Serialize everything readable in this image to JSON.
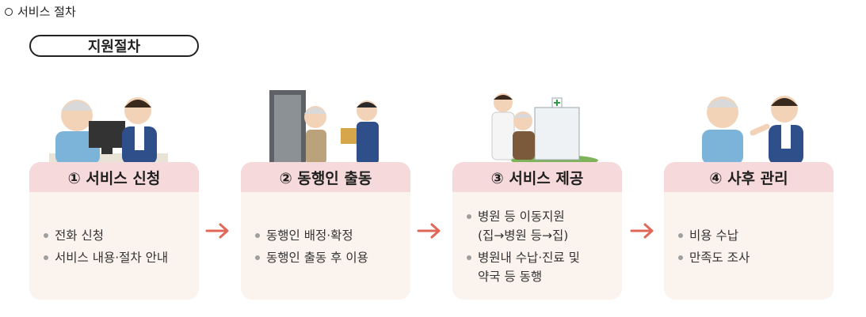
{
  "section": {
    "label": "서비스 절차"
  },
  "pill": {
    "label": "지원절차"
  },
  "steps": [
    {
      "title": "① 서비스 신청",
      "items": [
        {
          "lines": [
            "전화 신청"
          ]
        },
        {
          "lines": [
            "서비스 내용·절차 안내"
          ]
        }
      ]
    },
    {
      "title": "② 동행인 출동",
      "items": [
        {
          "lines": [
            "동행인 배정·확정"
          ]
        },
        {
          "lines": [
            "동행인 출동 후 이용"
          ]
        }
      ]
    },
    {
      "title": "③ 서비스 제공",
      "items": [
        {
          "lines": [
            "병원 등 이동지원",
            "(집→병원 등→집)"
          ]
        },
        {
          "lines": [
            "병원내 수납·진료 및",
            "약국 등 동행"
          ]
        }
      ]
    },
    {
      "title": "④ 사후 관리",
      "items": [
        {
          "lines": [
            "비용 수납"
          ]
        },
        {
          "lines": [
            "만족도 조사"
          ]
        }
      ]
    }
  ],
  "colors": {
    "header": "#f6d9da",
    "body": "#fbf3ee",
    "arrow": "#e0675a"
  }
}
